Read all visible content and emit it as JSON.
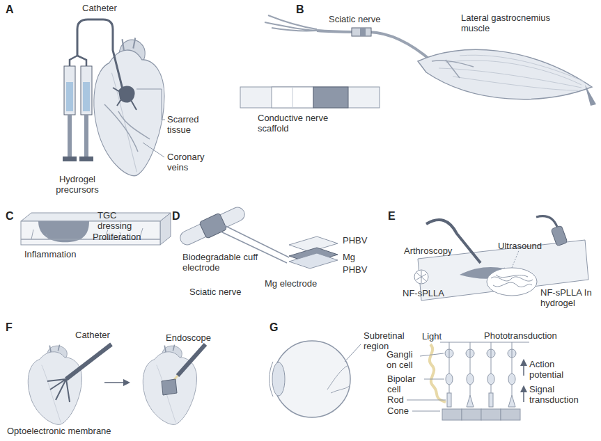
{
  "diagram": {
    "labels": [
      "A",
      "Catheter",
      "Scarred tissue",
      "Hydrogel precursors",
      "Coronary veins",
      "B",
      "Sciatic nerve",
      "Lateral gastrocnemius muscle",
      "Conductive nerve scaffold",
      "C",
      "TGC dressing",
      "Proliferation",
      "Inflammation",
      "D",
      "PHBV",
      "Biodegradable cuff electrode",
      "Mg",
      "PHBV",
      "Sciatic nerve",
      "Mg electrode",
      "E",
      "Arthroscopy",
      "Ultrasound",
      "NF-sPLLA",
      "NF-sPLLA In hydrogel",
      "F",
      "Catheter",
      "Endoscope",
      "Optoelectronic membrane",
      "G",
      "Subretinal region",
      "Light",
      "Phototransduction",
      "Gangli on cell",
      "Bipolar cell",
      "Action potential",
      "Rod",
      "Signal transduction",
      "Cone"
    ]
  }
}
